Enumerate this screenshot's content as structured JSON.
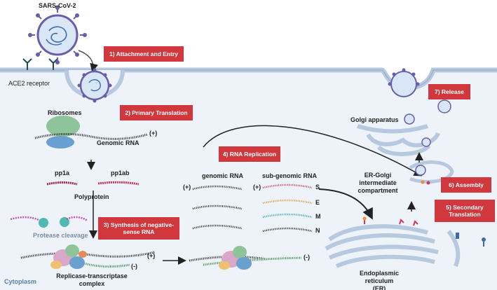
{
  "labels": {
    "virus": "SARS-CoV-2",
    "receptor": "ACE2 receptor",
    "ribosomes": "Ribosomes",
    "genomic_rna": "Genomic RNA",
    "genomic_rna_plus": "(+)",
    "pp1a": "pp1a",
    "pp1ab": "pp1ab",
    "polyprotein": "Polyprotein",
    "protease": "Protease cleavage",
    "replicase_plus": "(+)",
    "replicase_minus": "(-)",
    "replicase": "Replicase-transcriptase complex",
    "cytoplasm": "Cytoplasm",
    "genomic_rna_col": "genomic RNA",
    "subgenomic_rna_col": "sub-genomic RNA",
    "col_plus": "(+)",
    "sub_plus": "(+)",
    "gene_s": "S",
    "gene_e": "E",
    "gene_m": "M",
    "gene_n": "N",
    "minus_right": "(-)",
    "golgi": "Golgi apparatus",
    "ergic": "ER-Golgi intermediate compartment",
    "er": "Endoplasmic reticulum (ER)"
  },
  "steps": {
    "s1": "1) Attachment and Entry",
    "s2": "2) Primary Translation",
    "s3": "3) Synthesis of negative-sense RNA",
    "s4": "4) RNA Replication",
    "s5": "5) Secondary Translation",
    "s6": "6) Assembly",
    "s7": "7) Release"
  },
  "colors": {
    "step_box": "#d1383e",
    "cytoplasm_bg": "#eef3f9",
    "membrane": "#b7c9de",
    "virus_spike": "#6a5ea8",
    "virus_body": "#8fb3da",
    "rna_red": "#d1385a",
    "rna_orange": "#e8912e",
    "rna_teal": "#2ba3b8",
    "rna_green": "#2d8a3e",
    "rna_black": "#222222"
  }
}
